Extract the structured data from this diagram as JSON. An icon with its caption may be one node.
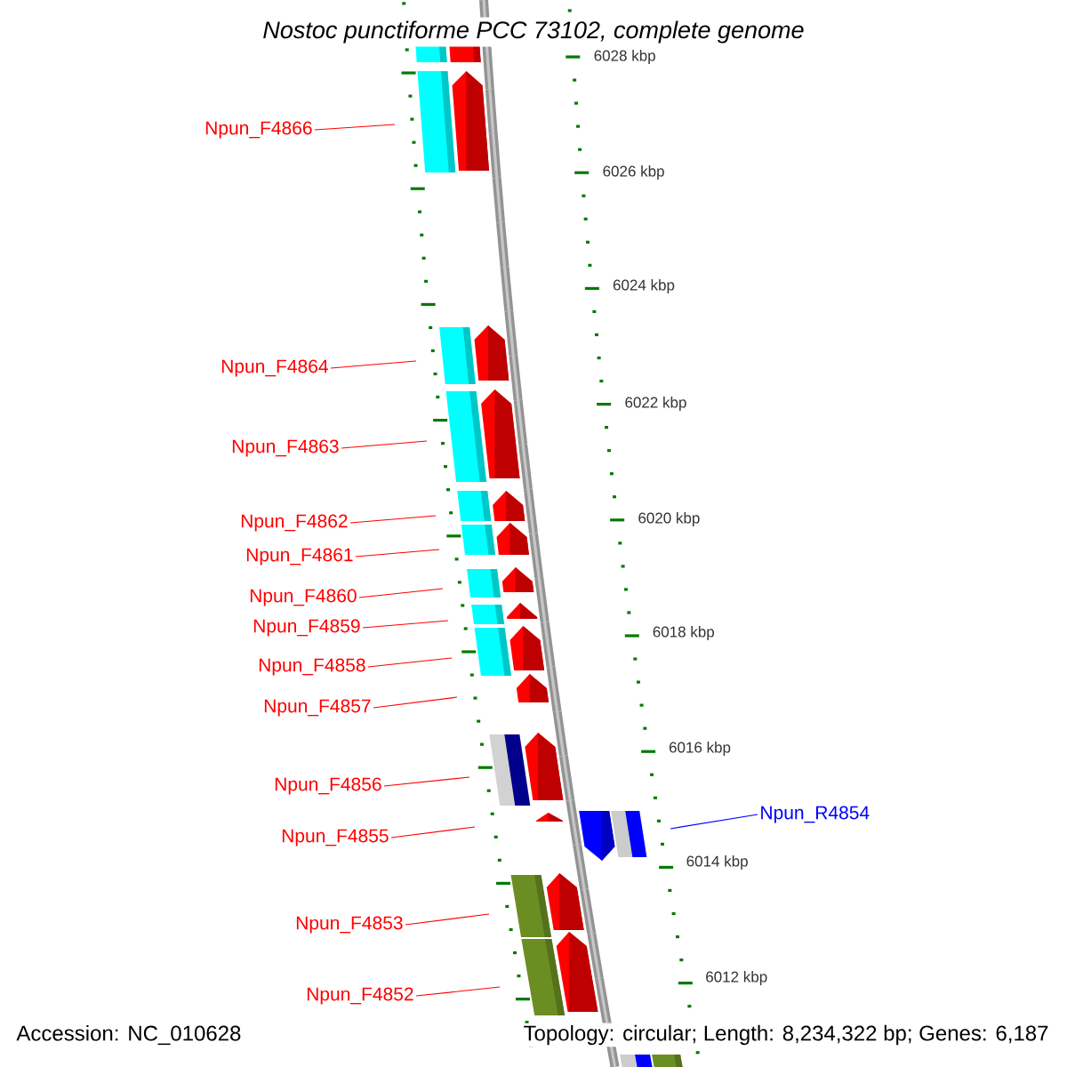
{
  "diagram": {
    "title": "Nostoc punctiforme PCC 73102, complete genome",
    "nodes": [
      {
        "text": [
          "Npun_F4866"
        ]
      },
      {
        "text": [
          "Npun_F4864"
        ]
      },
      {
        "text": [
          "Npun_F4863"
        ]
      },
      {
        "text": [
          "Npun_F4862"
        ]
      },
      {
        "text": [
          "Npun_F4861"
        ]
      },
      {
        "text": [
          "Npun_F4860"
        ]
      },
      {
        "text": [
          "Npun_F4859"
        ]
      },
      {
        "text": [
          "Npun_F4858"
        ]
      },
      {
        "text": [
          "Npun_F4857"
        ]
      },
      {
        "text": [
          "Npun_F4856"
        ]
      },
      {
        "text": [
          "Npun_R4854"
        ]
      },
      {
        "text": [
          "Npun_F4855"
        ]
      },
      {
        "text": [
          "Npun_F4853"
        ]
      },
      {
        "text": [
          "Npun_F4852"
        ]
      }
    ],
    "edges": [
      {
        "from": 0,
        "to": null,
        "arrow": "none"
      },
      {
        "from": 1,
        "to": null,
        "arrow": "none"
      },
      {
        "from": 2,
        "to": null,
        "arrow": "none"
      },
      {
        "from": 3,
        "to": null,
        "arrow": "none"
      },
      {
        "from": 4,
        "to": null,
        "arrow": "none"
      },
      {
        "from": 5,
        "to": null,
        "arrow": "none"
      },
      {
        "from": 6,
        "to": null,
        "arrow": "none"
      },
      {
        "from": 7,
        "to": null,
        "arrow": "none"
      },
      {
        "from": 8,
        "to": null,
        "arrow": "none"
      },
      {
        "from": 9,
        "to": null,
        "arrow": "none"
      },
      {
        "from": 10,
        "to": null,
        "arrow": "none",
        "color": "#0000ff"
      },
      {
        "from": 11,
        "to": null,
        "arrow": "none"
      },
      {
        "from": 12,
        "to": null,
        "arrow": "none"
      },
      {
        "from": 13,
        "to": null,
        "arrow": "none"
      }
    ],
    "labels": [
      "6028 kbp",
      "6026 kbp",
      "6024 kbp",
      "6022 kbp",
      "6020 kbp",
      "6018 kbp",
      "6016 kbp",
      "6014 kbp",
      "6012 kbp",
      "Accession: NC_010628",
      "Topology: circular; Length: 8,234,322 bp; Genes: 6,187"
    ]
  }
}
